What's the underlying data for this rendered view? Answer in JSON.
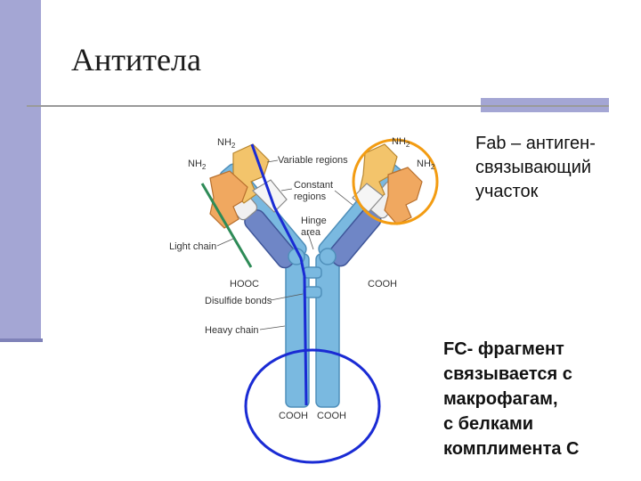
{
  "slide": {
    "title": "Антитела",
    "fab_caption": "Fab – антиген-\nсвязывающий\nучасток",
    "fc_caption": "FC- фрагмент\nсвязывается с\nмакрофагам,\nс белками\nкомплимента С"
  },
  "diagram_labels": {
    "nh2": "NH",
    "nh2_sub": "2",
    "variable_regions": "Variable regions",
    "constant_regions_1": "Constant",
    "constant_regions_2": "regions",
    "hinge_1": "Hinge",
    "hinge_2": "area",
    "light_chain": "Light chain",
    "hooc": "HOOC",
    "cooh": "COOH",
    "disulfide_bonds": "Disulfide bonds",
    "heavy_chain": "Heavy chain"
  },
  "colors": {
    "sidebar": "#a4a6d4",
    "heavy_chain": "#7ab9e0",
    "light_chain_constant": "#6f86c6",
    "variable_region": "#f3c46b",
    "orange_region": "#f0a860",
    "fab_circle": "#f39c12",
    "fc_circle": "#1a2bd4",
    "green_line": "#2e8b57"
  }
}
